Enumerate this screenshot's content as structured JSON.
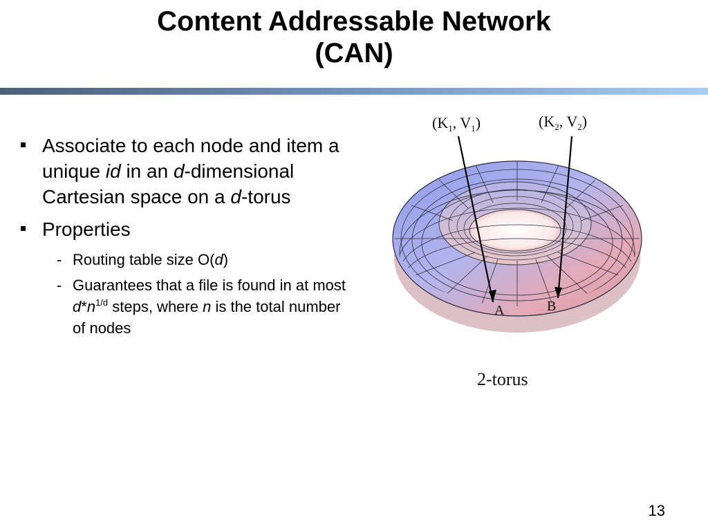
{
  "slide": {
    "title_line1": "Content Addressable Network",
    "title_line2": "(CAN)",
    "page_number": "13"
  },
  "bullets": {
    "b1": {
      "t1": "Associate to each node and item a unique ",
      "i1": "id",
      "t2": " in an ",
      "i2": "d",
      "t3": "-dimensional Cartesian space on a ",
      "i3": "d",
      "t4": "-torus"
    },
    "b2": {
      "text": "Properties"
    },
    "s1": {
      "dash": "-",
      "t1": "Routing table size O(",
      "i1": "d",
      "t2": ")"
    },
    "s2": {
      "dash": "-",
      "t1": "Guarantees that a file is found in at most ",
      "i1": "d",
      "t2": "*",
      "i2": "n",
      "sup": "1/d",
      "t3": " steps, where ",
      "i3": "n",
      "t4": " is the total number of nodes"
    }
  },
  "figure": {
    "key1": "(K",
    "sub1": "1",
    "sep1": ", V",
    "vsub1": "1",
    "close1": ")",
    "key2": "(K",
    "sub2": "2",
    "sep2": ", V",
    "vsub2": "2",
    "close2": ")",
    "point_a": "A",
    "point_b": "B",
    "caption": "2-torus"
  },
  "colors": {
    "rule_dark": "#4c6079",
    "rule_light": "#a9cdf2",
    "torus_blue": "#9aa8ee",
    "torus_pink": "#e7a9b6"
  }
}
